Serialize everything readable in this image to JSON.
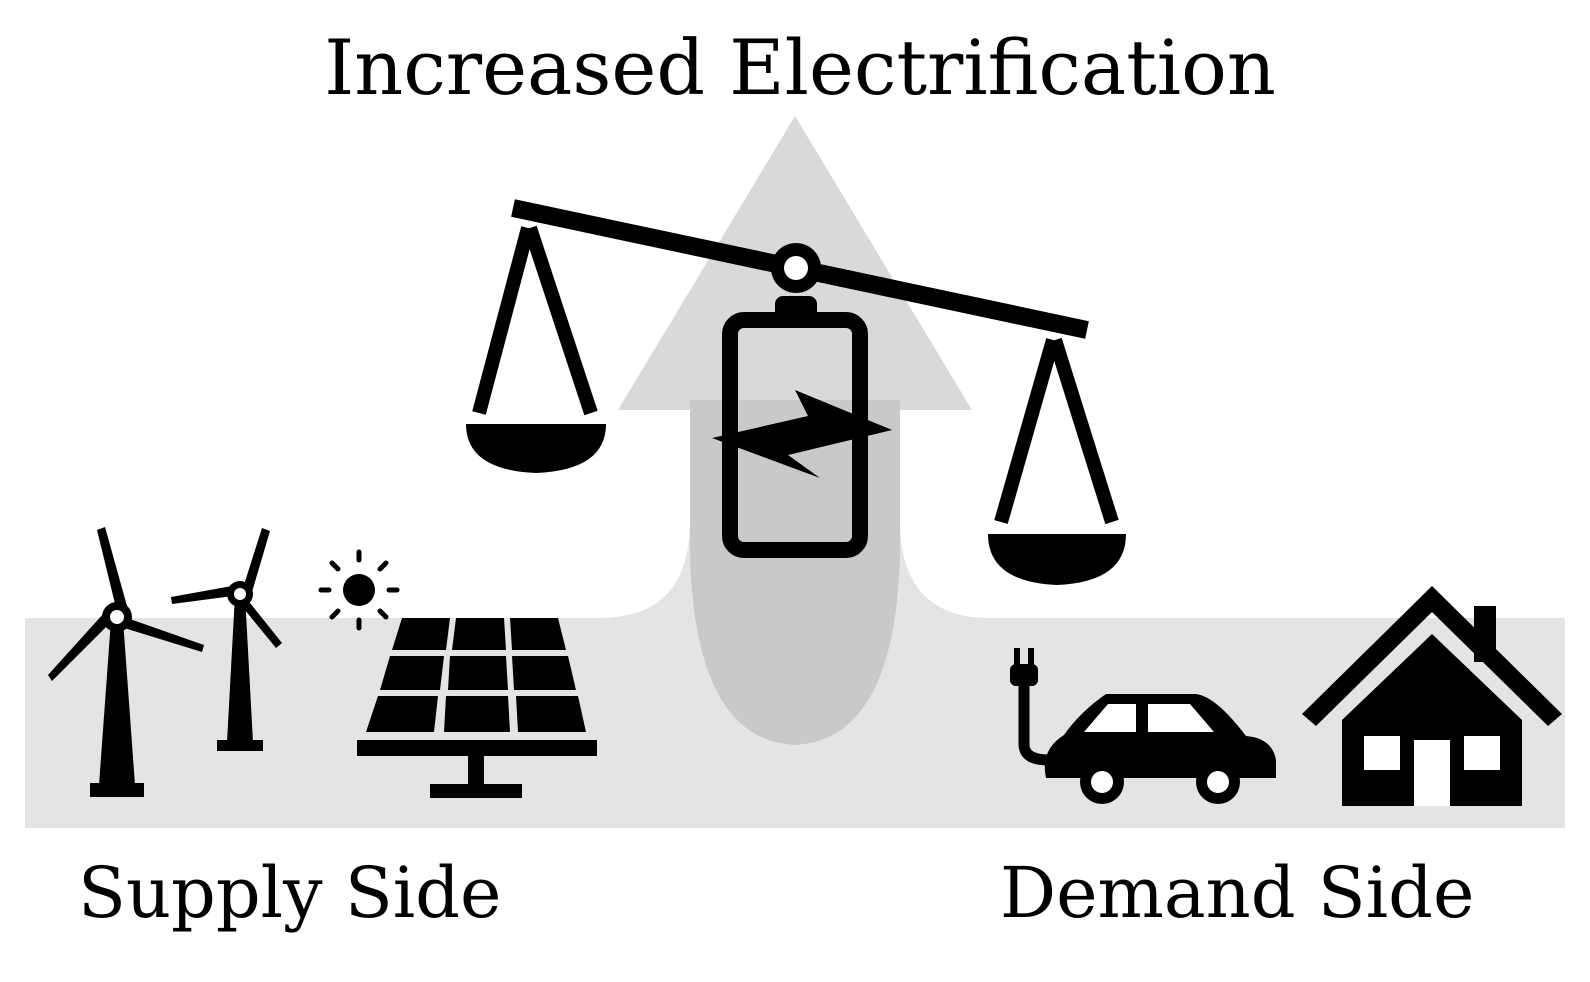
{
  "title": "Increased Electrification",
  "labels": {
    "supply": "Supply Side",
    "demand": "Demand Side"
  },
  "colors": {
    "band": "#e4e4e4",
    "arrow": "#d9d9d9",
    "overlap": "#c9c9c9",
    "icon": "#000000"
  },
  "icons": [
    "wind-turbine-icon",
    "sun-icon",
    "solar-panel-icon",
    "balance-scale-icon",
    "battery-icon",
    "lightning-icon",
    "electric-car-icon",
    "plug-icon",
    "house-icon"
  ]
}
